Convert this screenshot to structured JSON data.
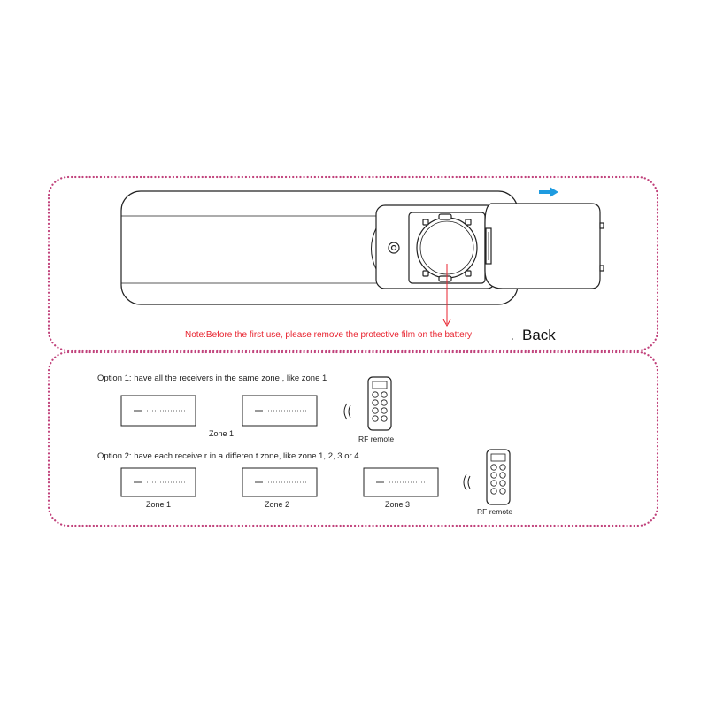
{
  "top_panel": {
    "note": "Note:Before the first use, please remove the protective film on the battery",
    "back_label": "Back",
    "note_color": "#e8232f",
    "arrow_color": "#1e9be0"
  },
  "bottom_panel": {
    "option1": "Option  1: have all the receivers  in the same  zone , like zone  1",
    "option2": "Option  2: have each receive r in a differen t zone,  like zone  1, 2, 3 or 4",
    "zone1_group_label": "Zone 1",
    "rf_remote_1": "RF remote",
    "rf_remote_2": "RF remote",
    "zones": [
      "Zone 1",
      "Zone 2",
      "Zone 3"
    ]
  },
  "border_color": "#c0407a"
}
